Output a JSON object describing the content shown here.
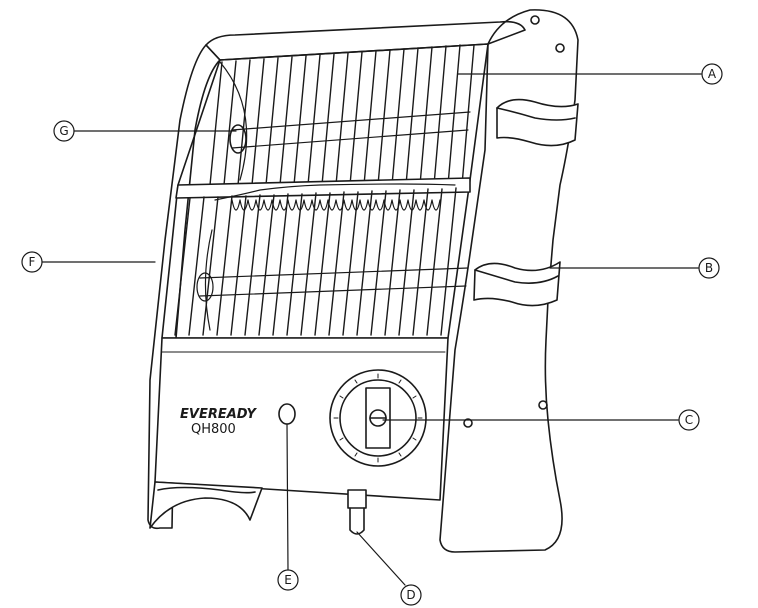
{
  "brand": {
    "name": "EVEREADY",
    "model": "QH800"
  },
  "callouts": [
    {
      "id": "A",
      "letter": "A"
    },
    {
      "id": "B",
      "letter": "B"
    },
    {
      "id": "C",
      "letter": "C"
    },
    {
      "id": "D",
      "letter": "D"
    },
    {
      "id": "E",
      "letter": "E"
    },
    {
      "id": "F",
      "letter": "F"
    },
    {
      "id": "G",
      "letter": "G"
    }
  ],
  "colors": {
    "line": "#1a1a1a",
    "fill": "#ffffff"
  }
}
